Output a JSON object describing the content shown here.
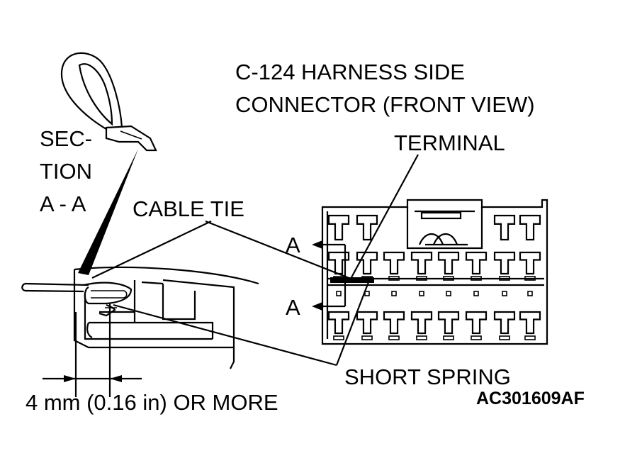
{
  "labels": {
    "title_line1": "C-124 HARNESS SIDE",
    "title_line2": "CONNECTOR (FRONT VIEW)",
    "terminal": "TERMINAL",
    "section_line1": "SEC-",
    "section_line2": "TION",
    "section_line3": "A - A",
    "cable_tie": "CABLE TIE",
    "section_mark_top": "A",
    "section_mark_bottom": "A",
    "short_spring": "SHORT SPRING",
    "dimension": "4 mm (0.16 in) OR MORE",
    "figure_code": "AC301609AF"
  }
}
